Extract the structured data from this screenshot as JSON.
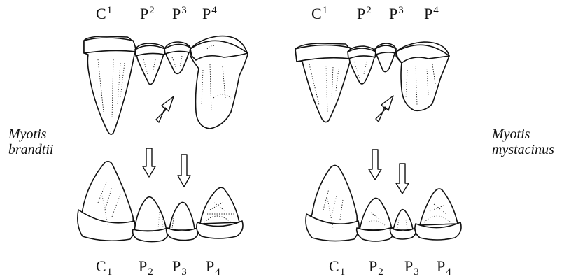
{
  "species": {
    "left": {
      "line1": "Myotis",
      "line2": "brandtii"
    },
    "right": {
      "line1": "Myotis",
      "line2": "mystacinus"
    }
  },
  "upper_teeth": [
    {
      "letter": "C",
      "index": "1"
    },
    {
      "letter": "P",
      "index": "2"
    },
    {
      "letter": "P",
      "index": "3"
    },
    {
      "letter": "P",
      "index": "4"
    }
  ],
  "lower_teeth": [
    {
      "letter": "C",
      "index": "1"
    },
    {
      "letter": "P",
      "index": "2"
    },
    {
      "letter": "P",
      "index": "3"
    },
    {
      "letter": "P",
      "index": "4"
    }
  ]
}
